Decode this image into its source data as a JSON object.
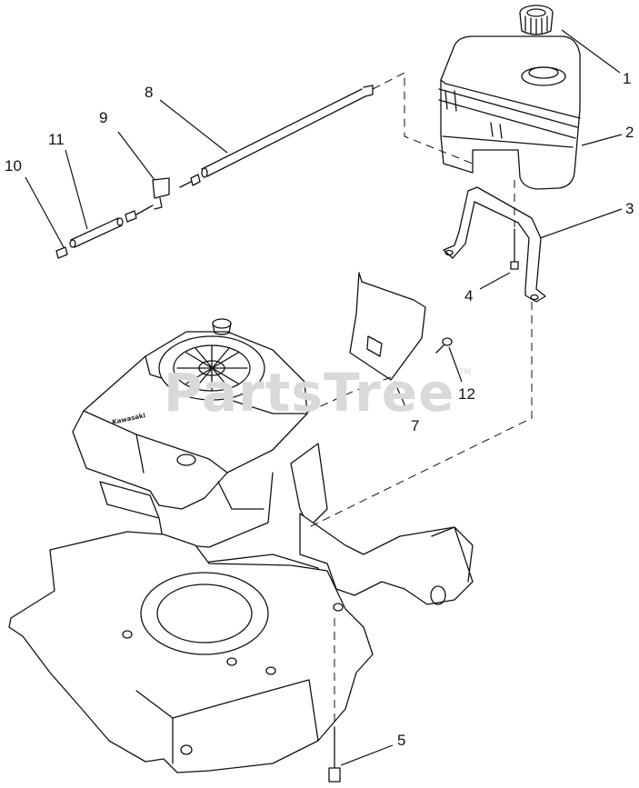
{
  "callouts": [
    "1",
    "2",
    "3",
    "4",
    "5",
    "7",
    "8",
    "9",
    "10",
    "11",
    "12"
  ],
  "watermark": {
    "text": "PartsTree",
    "mark": "TM"
  },
  "engine_brand": "Kawasaki"
}
